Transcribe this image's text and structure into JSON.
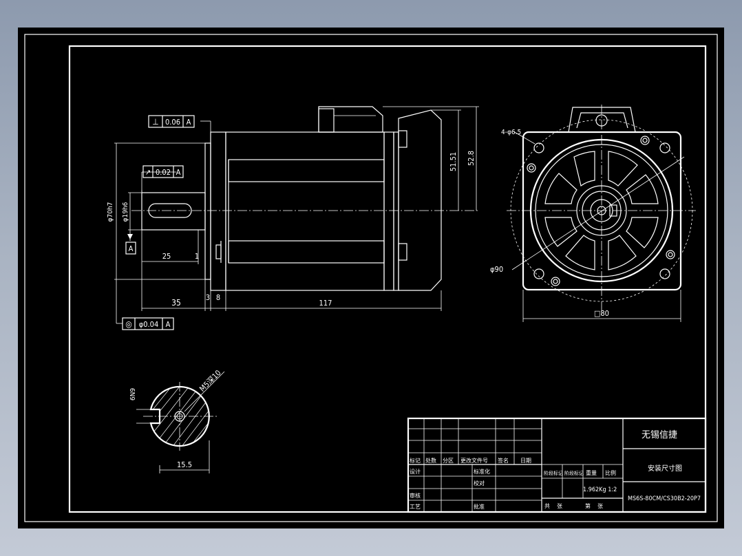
{
  "tolerance_frames": {
    "perpendicularity": {
      "symbol": "⊥",
      "value": "0.06",
      "datum": "A"
    },
    "runout": {
      "symbol": "↗",
      "value": "0.02",
      "datum": "A"
    },
    "concentricity": {
      "symbol": "◎",
      "value": "φ0.04",
      "datum": "A"
    },
    "datum_label": "A"
  },
  "side_view_dims": {
    "flange_dia": "φ70h7",
    "shaft_dia": "φ19h6",
    "key_length": "25",
    "key_offset": "1",
    "shaft_length": "35",
    "flange_thickness_a": "3",
    "flange_thickness_b": "8",
    "body_length": "117",
    "height_a": "51.51",
    "height_b": "52.8"
  },
  "front_view_dims": {
    "holes": "4-φ6.5",
    "pcd": "φ90",
    "square": "□80"
  },
  "section_dims": {
    "thread": "M5深10",
    "key_depth": "6N9",
    "section_width": "15.5"
  },
  "title_block": {
    "company": "无锡信捷",
    "drawing_name": "安装尺寸图",
    "model": "MS6S-80CM/CS30B2-20P7",
    "weight_scale": "1.962Kg 1:2",
    "header_row": [
      "标记",
      "处数",
      "分区",
      "更改文件号",
      "签名",
      "日期"
    ],
    "left_rows": [
      "设计",
      "审核",
      "工艺"
    ],
    "mid_labels": [
      "标准化",
      "校对",
      "批准"
    ],
    "stage_labels": [
      "阶段标记",
      "阶段标记",
      "重量",
      "比例"
    ],
    "footer_labels": [
      "共",
      "张",
      "第",
      "张"
    ]
  }
}
